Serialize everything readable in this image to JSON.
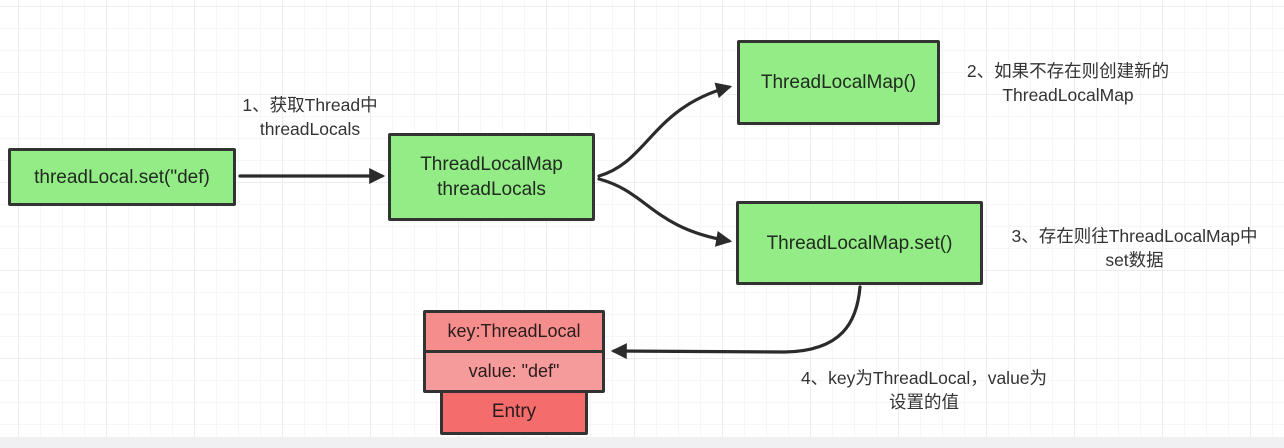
{
  "nodes": {
    "set_call": "threadLocal.set(\"def)",
    "map_field_line1": "ThreadLocalMap",
    "map_field_line2": "threadLocals",
    "map_new": "ThreadLocalMap()",
    "map_set": "ThreadLocalMap.set()",
    "entry_key": "key:ThreadLocal",
    "entry_value": "value: \"def\"",
    "entry": "Entry"
  },
  "annotations": {
    "step1_line1": "1、获取Thread中",
    "step1_line2": "threadLocals",
    "step2_line1": "2、如果不存在则创建新的",
    "step2_line2": "ThreadLocalMap",
    "step3_line1": "3、存在则往ThreadLocalMap中",
    "step3_line2": "set数据",
    "step4_line1": "4、key为ThreadLocal，value为",
    "step4_line2": "设置的值"
  },
  "colors": {
    "node_green": "#93ec85",
    "entry_pink": "#f58d8d",
    "entry_pink_light": "#f69b9b",
    "entry_red": "#f56c6c",
    "border": "#333333",
    "arrow": "#2b2b2b",
    "grid_major": "#ececf0",
    "grid_minor": "#f6f6f8"
  }
}
